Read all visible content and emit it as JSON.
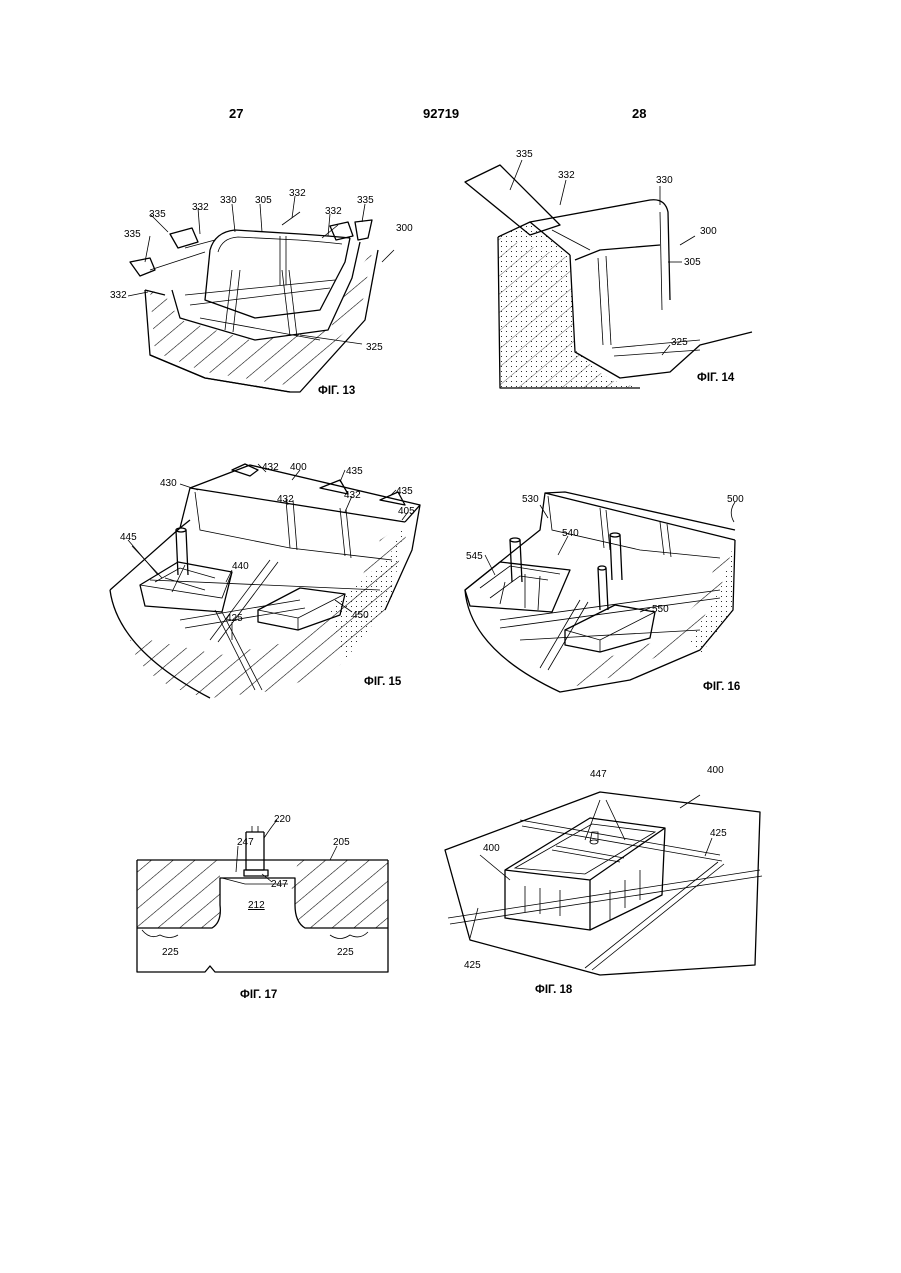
{
  "header": {
    "left_page": "27",
    "center_number": "92719",
    "right_page": "28"
  },
  "figures": [
    {
      "id": "fig13",
      "caption": "ФІГ. 13",
      "labels": [
        "335",
        "332",
        "330",
        "305",
        "332",
        "332",
        "335",
        "335",
        "332",
        "300",
        "325"
      ]
    },
    {
      "id": "fig14",
      "caption": "ФІГ. 14",
      "labels": [
        "335",
        "332",
        "330",
        "300",
        "305",
        "325"
      ]
    },
    {
      "id": "fig15",
      "caption": "ФІГ. 15",
      "labels": [
        "432",
        "400",
        "435",
        "430",
        "432",
        "432",
        "435",
        "405",
        "445",
        "440",
        "425",
        "450"
      ]
    },
    {
      "id": "fig16",
      "caption": "ФІГ. 16",
      "labels": [
        "530",
        "500",
        "545",
        "540",
        "550"
      ]
    },
    {
      "id": "fig17",
      "caption": "ФІГ. 17",
      "labels": [
        "220",
        "247",
        "205",
        "247",
        "212",
        "225",
        "225"
      ]
    },
    {
      "id": "fig18",
      "caption": "ФІГ. 18",
      "labels": [
        "400",
        "447",
        "425",
        "400",
        "425"
      ]
    }
  ]
}
